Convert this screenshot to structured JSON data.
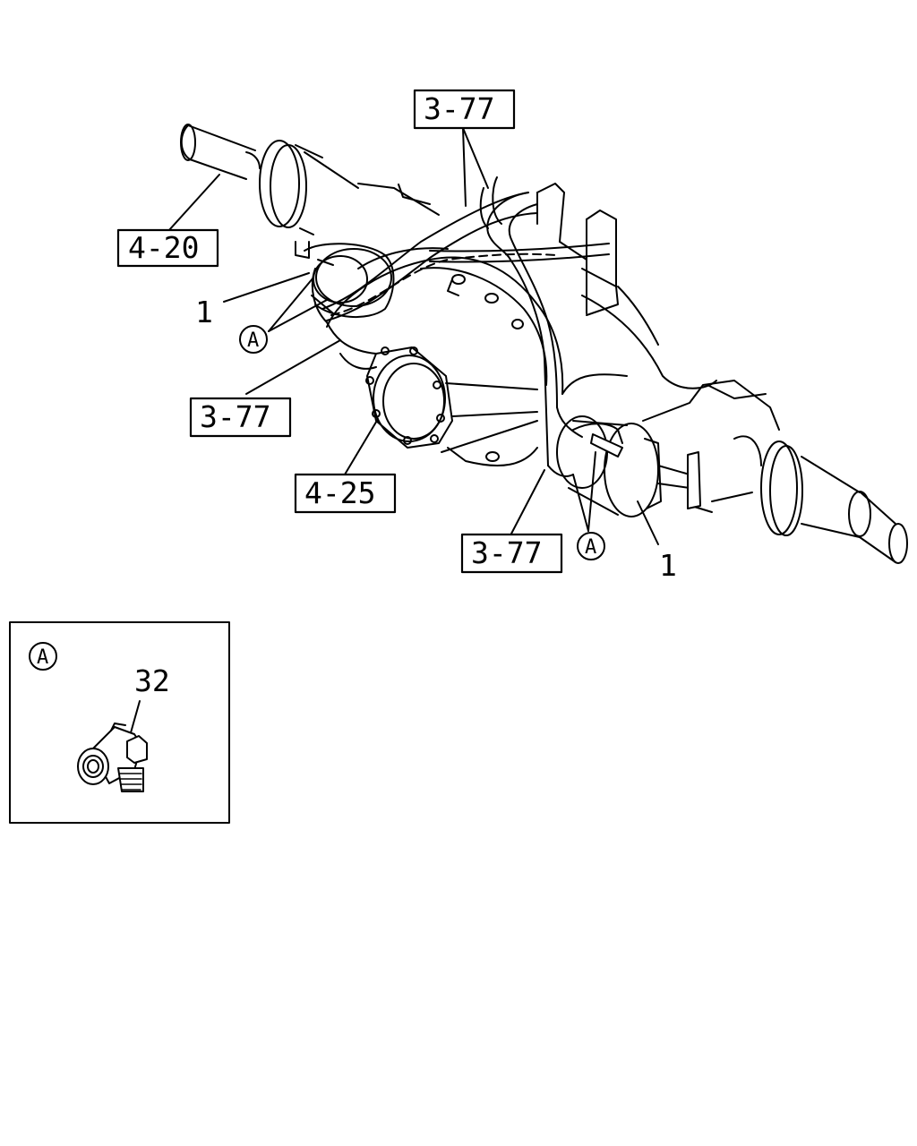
{
  "diagram": {
    "callouts": {
      "axle_shaft_ref": "4-20",
      "air_line_ref_top": "3-77",
      "air_line_ref_left": "3-77",
      "air_line_ref_bottom": "3-77",
      "differential_ref": "4-25",
      "chamber_left_part": "1",
      "chamber_right_part": "1",
      "detail_marker_left": "A",
      "detail_marker_right": "A"
    },
    "detail": {
      "marker": "A",
      "part_number": "32"
    }
  }
}
